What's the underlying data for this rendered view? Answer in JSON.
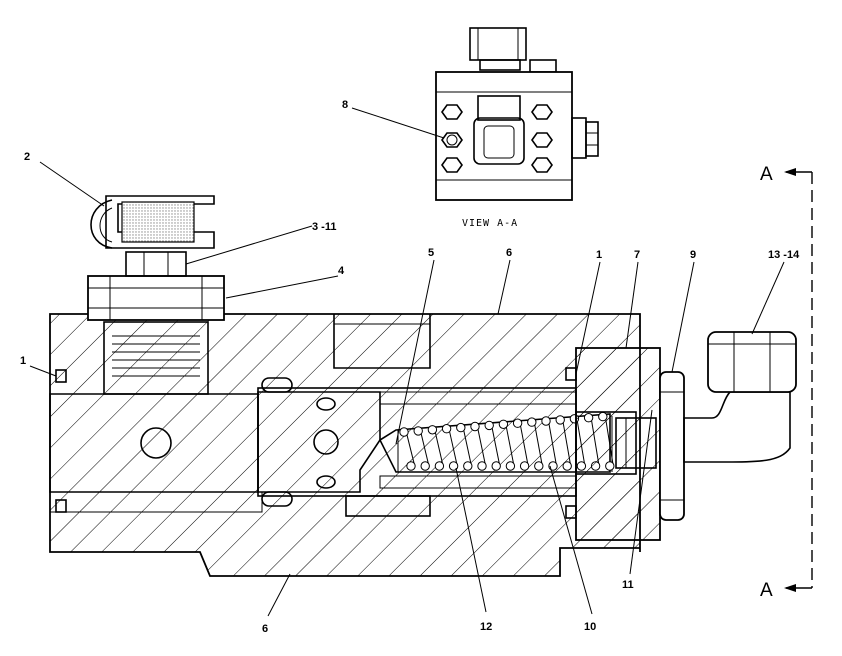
{
  "view_title": "VIEW A-A",
  "section_marker": {
    "top": "A",
    "bottom": "A"
  },
  "callouts": {
    "c1_left": "1",
    "c2": "2",
    "c3_11": "3 -11",
    "c4": "4",
    "c5": "5",
    "c6_top": "6",
    "c1_right": "1",
    "c7": "7",
    "c9": "9",
    "c13_14": "13 -14",
    "c8": "8",
    "c6_bottom": "6",
    "c12": "12",
    "c10": "10",
    "c11": "11"
  },
  "colors": {
    "line": "#000000",
    "background": "#ffffff",
    "stipple": "#9a9a9a"
  }
}
